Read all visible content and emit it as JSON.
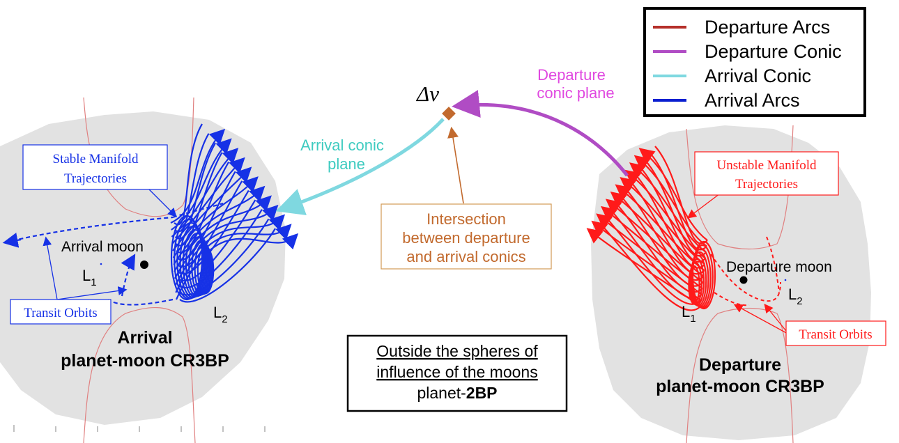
{
  "legend": {
    "items": [
      {
        "label": "Departure Arcs",
        "color": "#b5302a"
      },
      {
        "label": "Departure Conic",
        "color": "#b04cc4"
      },
      {
        "label": "Arrival Conic",
        "color": "#7fd8e0"
      },
      {
        "label": "Arrival Arcs",
        "color": "#0a1fd0"
      }
    ]
  },
  "colors": {
    "arrival_blue": "#1631e6",
    "departure_red": "#ff1a1a",
    "intersection_brown": "#c26a2e",
    "departure_conic": "#b04cc4",
    "arrival_conic": "#7fd8e0",
    "region_gray": "#e2e2e2"
  },
  "labels": {
    "delta_v": "Δv",
    "departure_conic_plane_1": "Departure",
    "departure_conic_plane_2": "conic plane",
    "arrival_conic_plane_1": "Arrival conic",
    "arrival_conic_plane_2": "plane",
    "intersection_1": "Intersection",
    "intersection_2": "between departure",
    "intersection_3": "and arrival conics",
    "stable_manifold_1": "Stable Manifold",
    "stable_manifold_2": "Trajectories",
    "unstable_manifold_1": "Unstable Manifold",
    "unstable_manifold_2": "Trajectories",
    "transit_orbits_left": "Transit Orbits",
    "transit_orbits_right": "Transit Orbits",
    "arrival_moon": "Arrival moon",
    "departure_moon": "Departure moon",
    "L1_left": "L",
    "L1_left_sub": "1",
    "L2_left": "L",
    "L2_left_sub": "2",
    "L1_right": "L",
    "L1_right_sub": "1",
    "L2_right": "L",
    "L2_right_sub": "2",
    "arrival_system_1": "Arrival",
    "arrival_system_2": "planet-moon CR3BP",
    "departure_system_1": "Departure",
    "departure_system_2": "planet-moon CR3BP",
    "outside_1": "Outside the spheres of",
    "outside_2": "influence of the moons",
    "outside_3a": "planet-",
    "outside_3b": "2BP"
  }
}
